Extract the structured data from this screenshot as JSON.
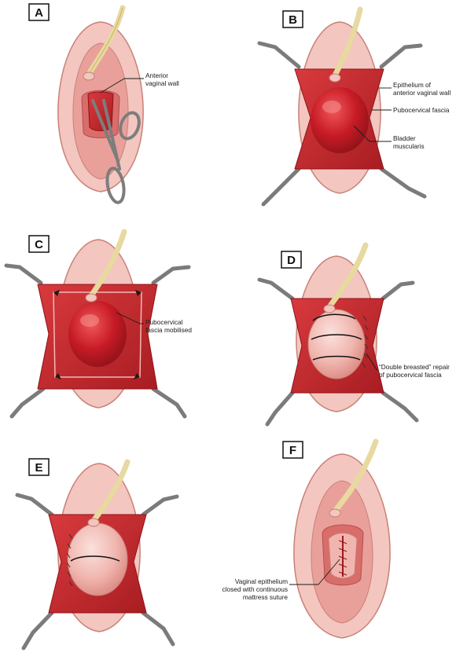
{
  "figure": {
    "colors": {
      "skin": "#f3c6c0",
      "skin_dark": "#e3a39c",
      "skin_edge": "#c98077",
      "mucosa": "#eaa09a",
      "wound": "#c8262c",
      "wound_dark": "#9e1a1f",
      "bladder": "#c71b26",
      "catheter": "#e7d9a0",
      "retractor": "#7b7b7b",
      "scissors": "#9a9a9a"
    },
    "panels": [
      {
        "label": "A",
        "annotations": [
          {
            "lines": [
              "Anterior",
              "vaginal wall"
            ]
          }
        ]
      },
      {
        "label": "B",
        "annotations": [
          {
            "lines": [
              "Epithelium of",
              "anterior vaginal wall"
            ]
          },
          {
            "lines": [
              "Pubocervical fascia"
            ]
          },
          {
            "lines": [
              "Bladder",
              "muscularis"
            ]
          }
        ]
      },
      {
        "label": "C",
        "annotations": [
          {
            "lines": [
              "Pubocervical",
              "fascia mobilised"
            ]
          }
        ]
      },
      {
        "label": "D",
        "annotations": [
          {
            "lines": [
              "“Double breasted” repair",
              "of pubocervical fascia"
            ]
          }
        ]
      },
      {
        "label": "E",
        "annotations": []
      },
      {
        "label": "F",
        "annotations": [
          {
            "lines": [
              "Vaginal epithelium",
              "closed with continuous",
              "mattress suture"
            ]
          }
        ]
      }
    ]
  }
}
